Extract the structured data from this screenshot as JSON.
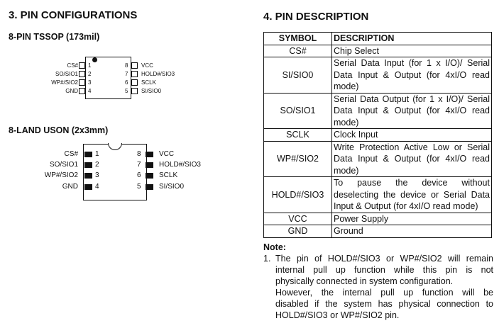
{
  "left": {
    "title": "3. PIN CONFIGURATIONS",
    "tssop": {
      "subtitle": "8-PIN TSSOP (173mil)",
      "left_pins": [
        {
          "name": "CS#",
          "num": "1"
        },
        {
          "name": "SO/SIO1",
          "num": "2"
        },
        {
          "name": "WP#/SIO2",
          "num": "3"
        },
        {
          "name": "GND",
          "num": "4"
        }
      ],
      "right_pins": [
        {
          "num": "8",
          "name": "VCC"
        },
        {
          "num": "7",
          "name": "HOLD#/SIO3"
        },
        {
          "num": "6",
          "name": "SCLK"
        },
        {
          "num": "5",
          "name": "SI/SIO0"
        }
      ]
    },
    "uson": {
      "subtitle": "8-LAND USON (2x3mm)",
      "left_pins": [
        {
          "name": "CS#",
          "num": "1"
        },
        {
          "name": "SO/SIO1",
          "num": "2"
        },
        {
          "name": "WP#/SIO2",
          "num": "3"
        },
        {
          "name": "GND",
          "num": "4"
        }
      ],
      "right_pins": [
        {
          "num": "8",
          "name": "VCC"
        },
        {
          "num": "7",
          "name": "HOLD#/SIO3"
        },
        {
          "num": "6",
          "name": "SCLK"
        },
        {
          "num": "5",
          "name": "SI/SIO0"
        }
      ]
    }
  },
  "right": {
    "title": "4. PIN DESCRIPTION",
    "table": {
      "headers": [
        "SYMBOL",
        "DESCRIPTION"
      ],
      "rows": [
        {
          "symbol": "CS#",
          "lines": [
            "Chip Select"
          ]
        },
        {
          "symbol": "SI/SIO0",
          "lines": [
            "Serial Data Input (for 1 x I/O)/ Serial",
            "Data Input & Output (for 4xI/O read",
            "mode)"
          ]
        },
        {
          "symbol": "SO/SIO1",
          "lines": [
            "Serial Data Output (for 1 x I/O)/ Serial",
            "Data Input & Output (for 4xI/O read",
            "mode)"
          ]
        },
        {
          "symbol": "SCLK",
          "lines": [
            "Clock Input"
          ]
        },
        {
          "symbol": "WP#/SIO2",
          "lines": [
            "Write Protection Active Low or Serial",
            "Data Input & Output (for 4xI/O read",
            "mode)"
          ]
        },
        {
          "symbol": "HOLD#/SIO3",
          "lines": [
            "To pause the device without",
            "deselecting the device or Serial Data",
            "Input & Output (for 4xI/O read mode)"
          ]
        },
        {
          "symbol": "VCC",
          "lines": [
            "Power Supply"
          ]
        },
        {
          "symbol": "GND",
          "lines": [
            "Ground"
          ]
        }
      ]
    },
    "note": {
      "title": "Note:",
      "number": "1.",
      "lines": [
        "The pin of HOLD#/SIO3 or WP#/SIO2 will remain",
        "internal pull up function while this pin is not",
        "physically connected in system configuration.",
        "However, the internal pull up function will be",
        "disabled if the system has physical connection to",
        "HOLD#/SIO3 or WP#/SIO2 pin."
      ]
    }
  }
}
